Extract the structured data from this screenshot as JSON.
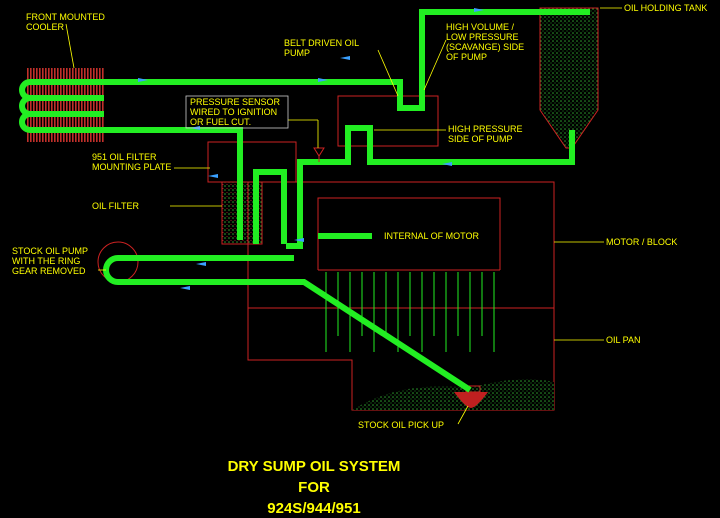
{
  "labels": {
    "front_cooler": [
      "FRONT MOUNTED",
      "COOLER"
    ],
    "belt_pump": [
      "BELT DRIVEN OIL",
      "PUMP"
    ],
    "high_volume": [
      "HIGH VOLUME /",
      "LOW PRESSURE",
      "(SCAVANGE) SIDE",
      "OF PUMP"
    ],
    "holding_tank": "OIL HOLDING TANK",
    "pressure_sensor": [
      "PRESSURE SENSOR",
      "WIRED TO IGNITION",
      "OR FUEL CUT."
    ],
    "high_pressure": [
      "HIGH PRESSURE",
      "SIDE OF PUMP"
    ],
    "filter_plate": [
      "951 OIL FILTER",
      "MOUNTING PLATE"
    ],
    "oil_filter": "OIL FILTER",
    "internal_motor": "INTERNAL OF MOTOR",
    "motor_block": "MOTOR / BLOCK",
    "stock_pump": [
      "STOCK OIL PUMP",
      "WITH THE RING",
      "GEAR REMOVED"
    ],
    "oil_pan": "OIL PAN",
    "pick_up": "STOCK OIL PICK UP"
  },
  "title": [
    "DRY SUMP OIL SYSTEM",
    "FOR",
    "924S/944/951"
  ],
  "colors": {
    "background": "#000000",
    "pipe": "#22ee22",
    "label": "#ffff00",
    "outline": "#cc2222",
    "arrow": "#3aa0ff"
  }
}
